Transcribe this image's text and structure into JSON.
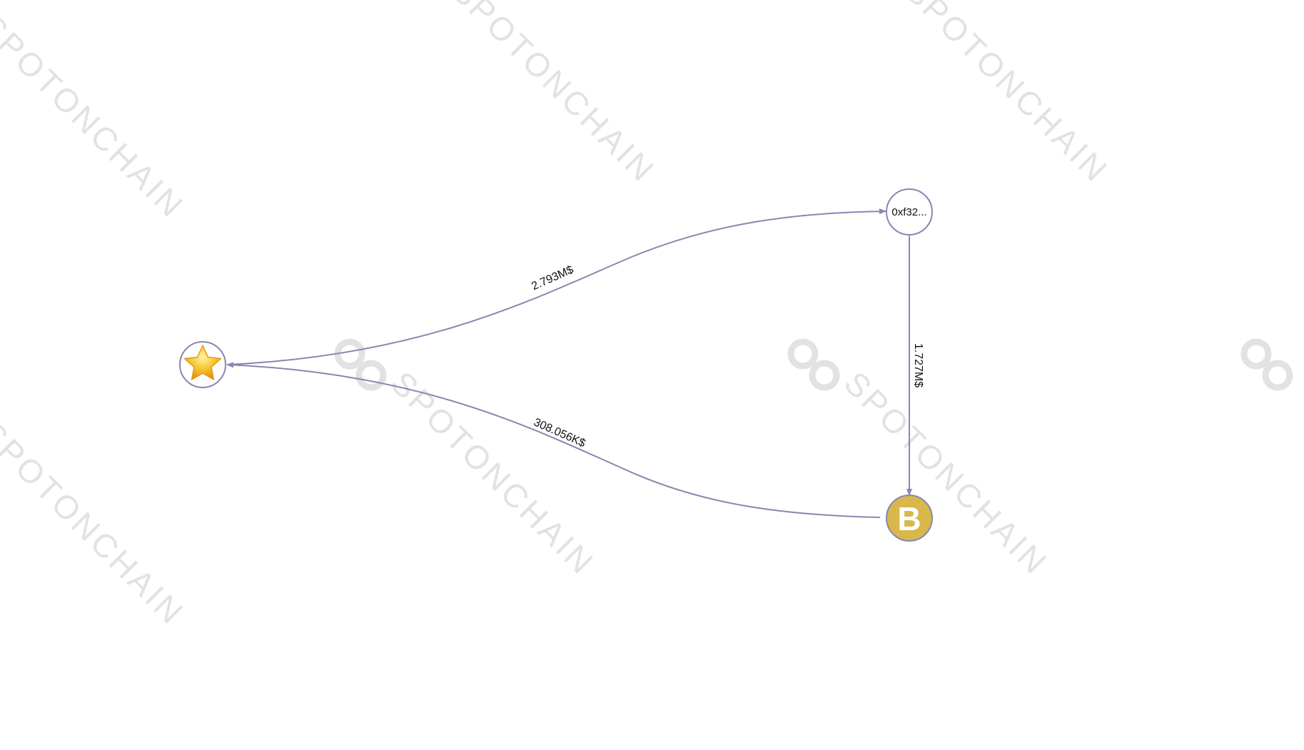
{
  "watermark": {
    "text": "SPOTONCHAIN"
  },
  "nodes": {
    "star": {
      "icon": "star-icon"
    },
    "address": {
      "label": "0xf32..."
    },
    "binance": {
      "icon": "binance-b-icon",
      "letter": "B",
      "color": "#d8b84a"
    }
  },
  "edges": {
    "star_to_address": {
      "label": "2.793M$"
    },
    "binance_to_star": {
      "label": "308.056K$"
    },
    "address_binance": {
      "label": "1.727M$"
    }
  },
  "colors": {
    "edge": "#8a86b0",
    "node_border": "#8a86b0",
    "background": "#ffffff"
  }
}
